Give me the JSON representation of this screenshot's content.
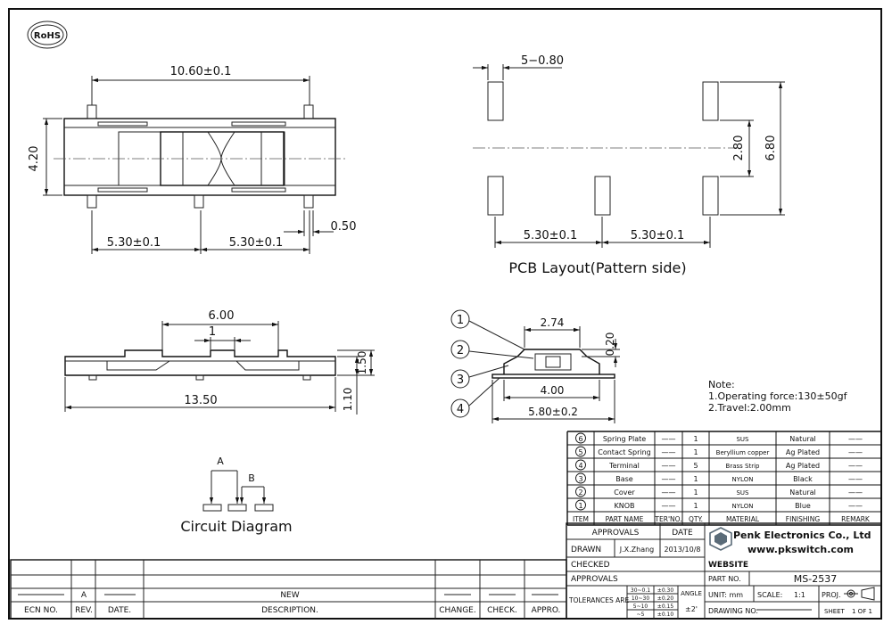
{
  "badge": "RoHS",
  "top_view": {
    "dim_total": "10.60±0.1",
    "dim_height": "4.20",
    "dim_left": "5.30±0.1",
    "dim_right": "5.30±0.1",
    "dim_pin": "0.50"
  },
  "pcb": {
    "dim_pad": "5−0.80",
    "dim_inner": "2.80",
    "dim_outer": "6.80",
    "dim_left": "5.30±0.1",
    "dim_right": "5.30±0.1",
    "caption": "PCB Layout(Pattern side)"
  },
  "side_view": {
    "dim_top": "6.00",
    "dim_knob": "1",
    "dim_total": "13.50",
    "dim_h1": "1.50",
    "dim_h2": "1.10"
  },
  "end_view": {
    "callouts": [
      "1",
      "2",
      "3",
      "4"
    ],
    "dim_top": "2.74",
    "dim_knob_h": "0.20",
    "dim_mid": "4.00",
    "dim_base": "5.80±0.2"
  },
  "notes": {
    "title": "Note:",
    "lines": [
      "1.Operating force:130±50gf",
      "2.Travel:2.00mm"
    ]
  },
  "circuit": {
    "label_a": "A",
    "label_b": "B",
    "caption": "Circuit Diagram"
  },
  "bom": {
    "rows": [
      {
        "item": "6",
        "part": "Spring Plate",
        "ter": "——",
        "qty": "1",
        "material": "SUS",
        "finishing": "Natural",
        "remark": "——"
      },
      {
        "item": "5",
        "part": "Contact Spring",
        "ter": "——",
        "qty": "1",
        "material": "Beryllium copper",
        "finishing": "Ag Plated",
        "remark": "——"
      },
      {
        "item": "4",
        "part": "Terminal",
        "ter": "——",
        "qty": "5",
        "material": "Brass Strip",
        "finishing": "Ag Plated",
        "remark": "——"
      },
      {
        "item": "3",
        "part": "Base",
        "ter": "——",
        "qty": "1",
        "material": "NYLON",
        "finishing": "Black",
        "remark": "——"
      },
      {
        "item": "2",
        "part": "Cover",
        "ter": "——",
        "qty": "1",
        "material": "SUS",
        "finishing": "Natural",
        "remark": "——"
      },
      {
        "item": "1",
        "part": "KNOB",
        "ter": "——",
        "qty": "1",
        "material": "NYLON",
        "finishing": "Blue",
        "remark": "——"
      }
    ],
    "headers": [
      "ITEM",
      "PART NAME",
      "TER'NO.",
      "QTY.",
      "MATERIAL",
      "FINISHING",
      "REMARK"
    ]
  },
  "title_block": {
    "approvals": "APPROVALS",
    "date": "DATE",
    "drawn": "DRAWN",
    "drawn_by": "J.X.Zhang",
    "drawn_date": "2013/10/8",
    "checked": "CHECKED",
    "approvals2": "APPROVALS",
    "tolerances": "TOLERANCES ARE",
    "tol_ranges": [
      "30~0.1",
      "10~30",
      "5~10",
      "~5"
    ],
    "tol_values": [
      "±0.30",
      "±0.20",
      "±0.15",
      "±0.10"
    ],
    "angle": "ANGLE",
    "angle_val": "±2'",
    "company": "Penk Electronics Co., Ltd",
    "website_url": "www.pkswitch.com",
    "website": "WEBSITE",
    "part_no_label": "PART NO.",
    "part_no": "MS-2537",
    "unit": "UNIT: mm",
    "scale_label": "SCALE:",
    "scale": "1:1",
    "proj": "PROJ.",
    "drawing_no": "DRAWING NO.",
    "sheet": "SHEET",
    "sheet_val": "1 OF 1"
  },
  "revision": {
    "rev_val": "A",
    "desc_val": "NEW",
    "headers": [
      "ECN NO.",
      "REV.",
      "DATE.",
      "DESCRIPTION.",
      "CHANGE.",
      "CHECK.",
      "APPRO."
    ]
  },
  "colors": {
    "line": "#111111",
    "hatch": "#666666",
    "logo": "#5a6b78"
  }
}
